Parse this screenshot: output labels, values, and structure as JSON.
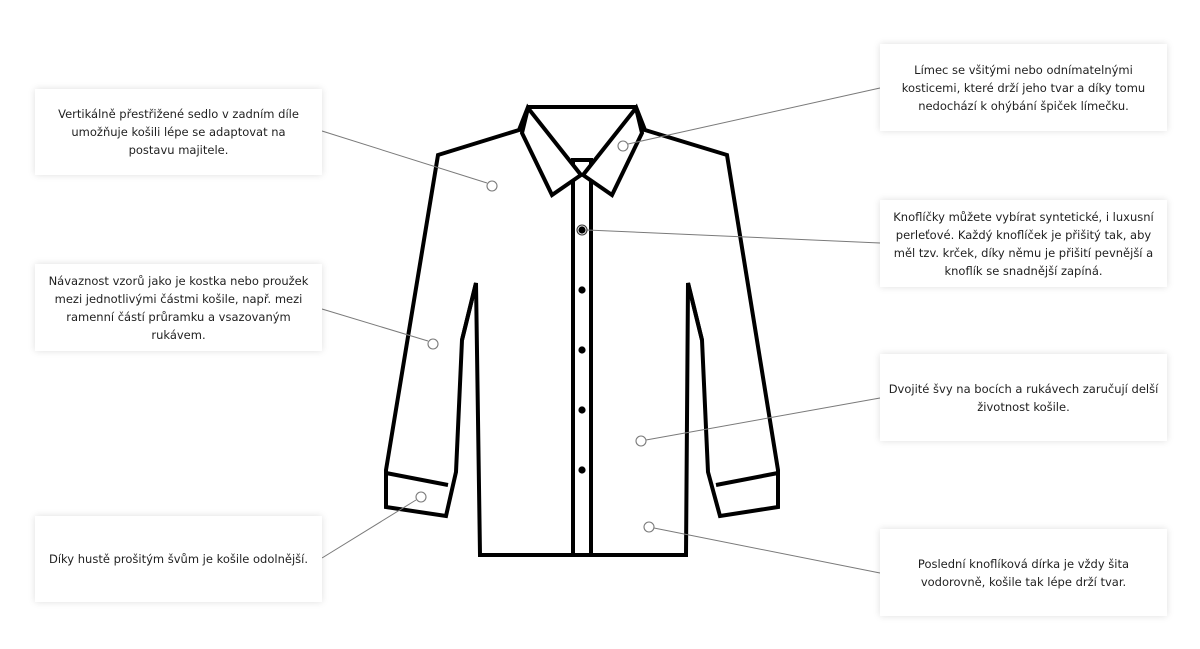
{
  "callouts": {
    "yoke": "Vertikálně přestřižené sedlo v zadním díle umožňuje košili lépe se adaptovat na postavu majitele.",
    "pattern": "Návaznost vzorů jako je kostka nebo proužek mezi jednotlivými částmi košile, např. mezi ramenní částí průramku a vsazovaným rukávem.",
    "seams": "Díky hustě prošitým švům je košile odolnější.",
    "collar": "Límec se všitými nebo odnímatelnými kosticemi, které drží jeho tvar a díky tomu nedochází k ohýbání špiček límečku.",
    "buttons": "Knoflíčky můžete vybírat syntetické, i luxusní perleťové. Každý knoflíček je přišitý tak, aby měl tzv. krček, díky němu je přišití pevnější a knoflík se snadnější zapíná.",
    "double_seams": "Dvojité švy na bocích a rukávech zaručují delší životnost košile.",
    "last_buttonhole": "Poslední knoflíková dírka je vždy šita vodorovně, košile tak lépe drží tvar."
  },
  "colors": {
    "outline": "#000000",
    "leader_line": "#7a7a7a",
    "background": "#ffffff"
  }
}
